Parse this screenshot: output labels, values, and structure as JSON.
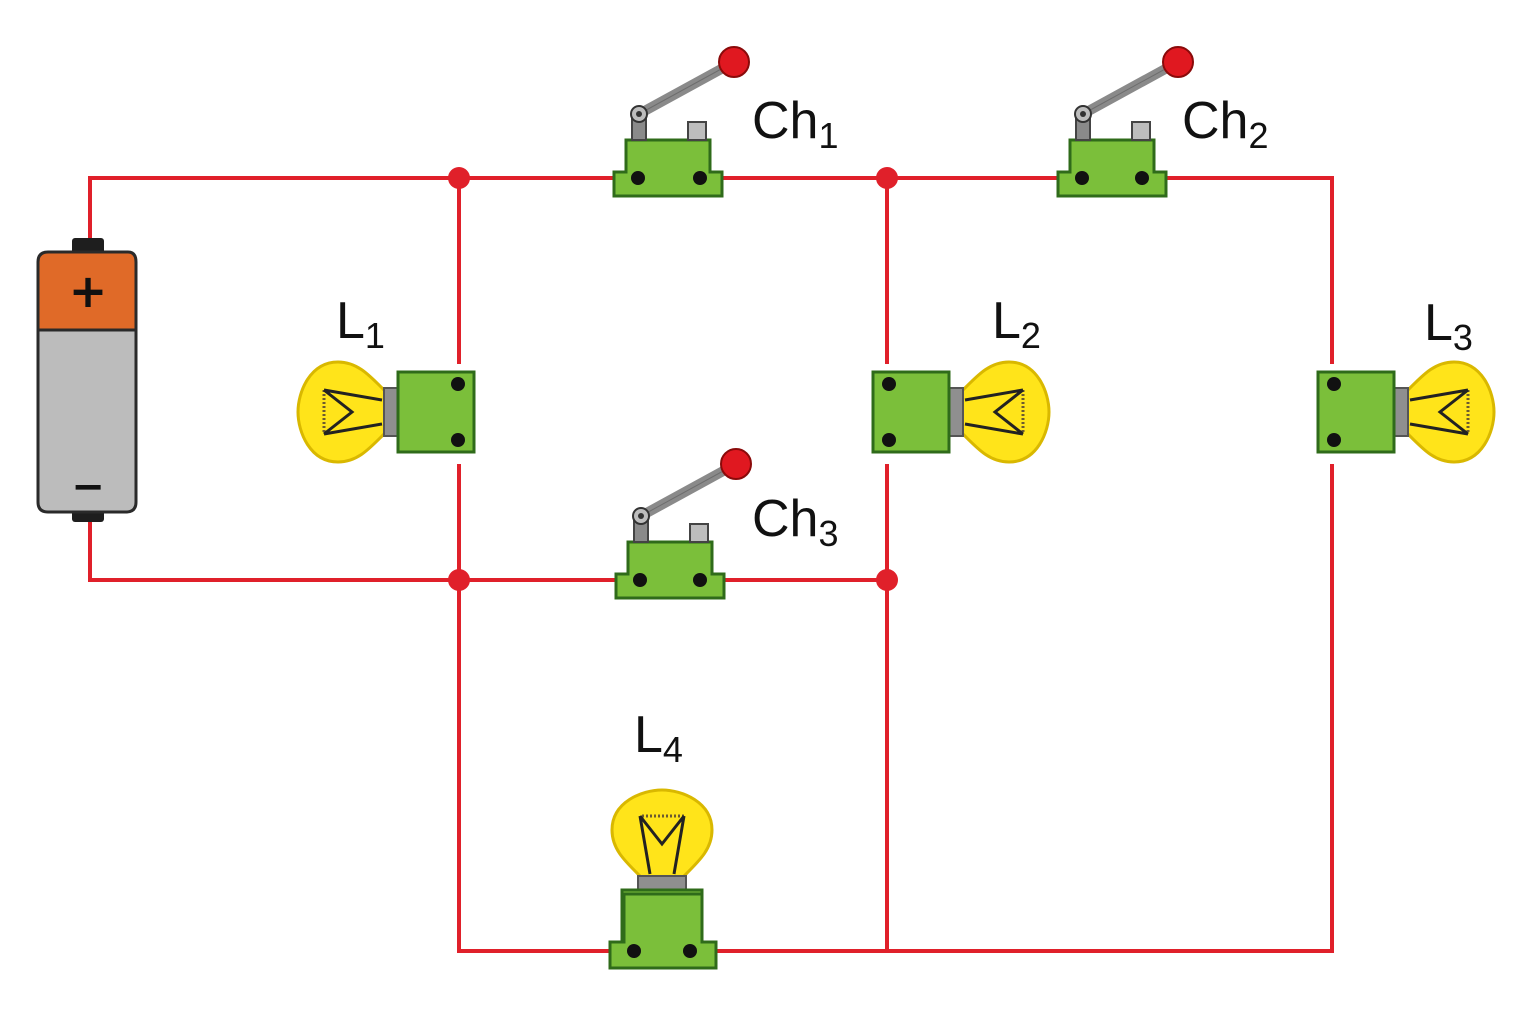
{
  "colors": {
    "wire": "#e0202a",
    "switch_body": "#7bbf3a",
    "switch_edge": "#2f6b1a",
    "lever": "#8a8a8a",
    "knob": "#e01820",
    "bulb_glass": "#ffe41a",
    "bulb_edge": "#d9b800",
    "bulb_base": "#8f8f8f",
    "battery_top": "#e06a28",
    "battery_body": "#bcbcbc",
    "battery_cap": "#1e1e1e"
  },
  "battery": {
    "positive_sign": "+",
    "negative_sign": "−"
  },
  "switches": [
    {
      "id": "ch1",
      "name": "Ch",
      "sub": "1"
    },
    {
      "id": "ch2",
      "name": "Ch",
      "sub": "2"
    },
    {
      "id": "ch3",
      "name": "Ch",
      "sub": "3"
    }
  ],
  "lamps": [
    {
      "id": "l1",
      "name": "L",
      "sub": "1"
    },
    {
      "id": "l2",
      "name": "L",
      "sub": "2"
    },
    {
      "id": "l3",
      "name": "L",
      "sub": "3"
    },
    {
      "id": "l4",
      "name": "L",
      "sub": "4"
    }
  ]
}
